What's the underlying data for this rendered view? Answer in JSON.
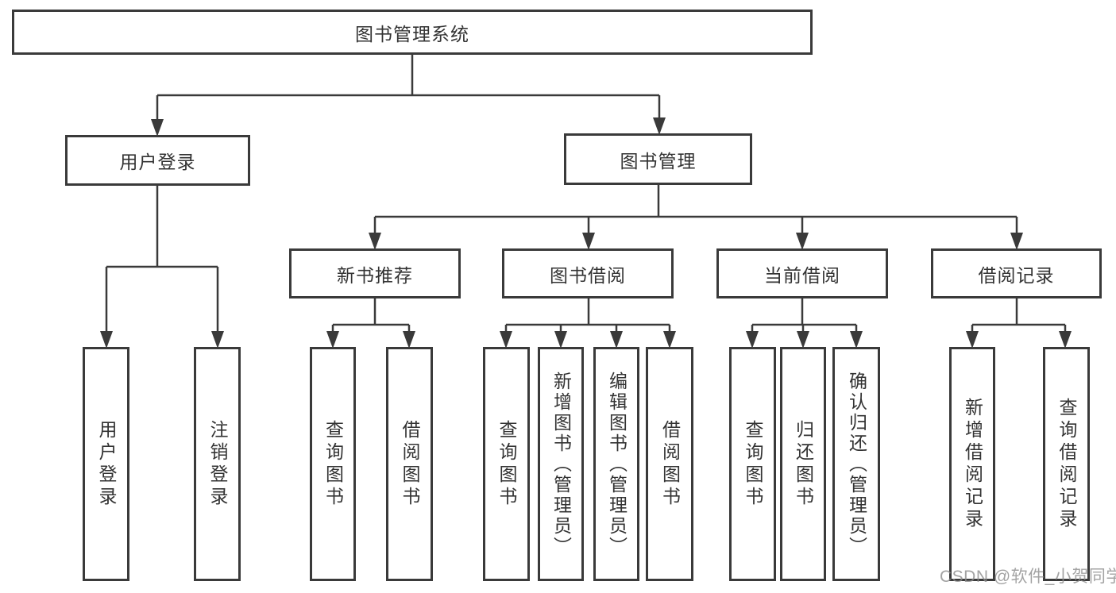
{
  "diagram": {
    "root": "图书管理系统",
    "login": {
      "label": "用户登录",
      "children": [
        "用户登录",
        "注销登录"
      ]
    },
    "management": {
      "label": "图书管理",
      "groups": [
        {
          "label": "新书推荐",
          "children": [
            "查询图书",
            "借阅图书"
          ]
        },
        {
          "label": "图书借阅",
          "children": [
            "查询图书",
            "新增图书（管理员）",
            "编辑图书（管理员）",
            "借阅图书"
          ]
        },
        {
          "label": "当前借阅",
          "children": [
            "查询图书",
            "归还图书",
            "确认归还（管理员）"
          ]
        },
        {
          "label": "借阅记录",
          "children": [
            "新增借阅记录",
            "查询借阅记录"
          ]
        }
      ]
    }
  },
  "watermark": "CSDN @软件_小贺同学",
  "colors": {
    "line": "#3a3a3a",
    "text": "#333333",
    "box_background": "#ffffff",
    "watermark": "#8c8c8c"
  }
}
